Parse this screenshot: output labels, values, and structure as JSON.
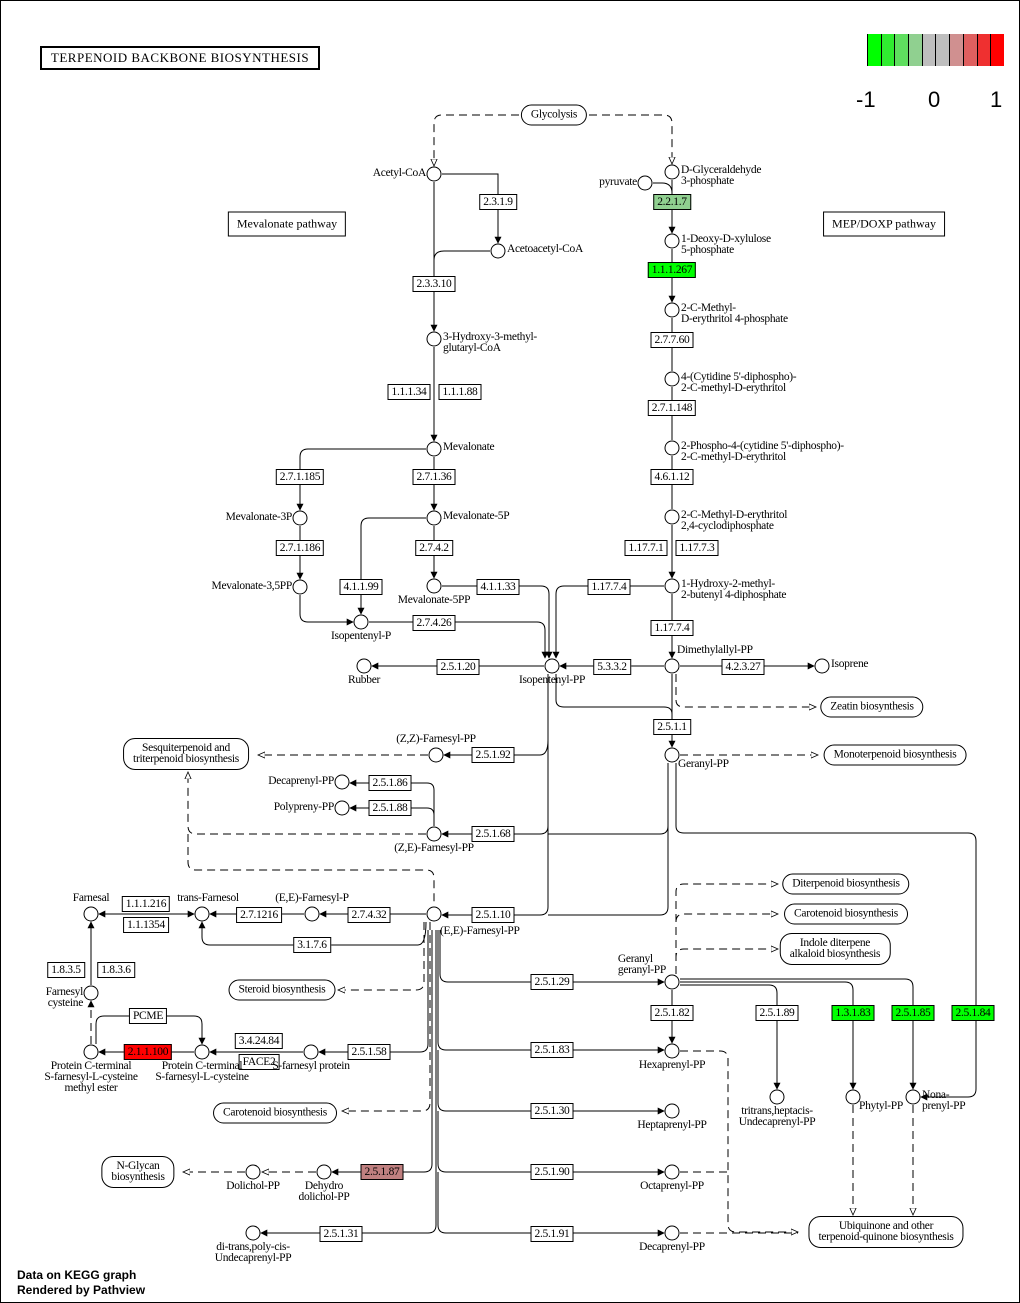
{
  "title": "TERPENOID  BACKBONE  BIOSYNTHESIS",
  "legend": {
    "ticks": [
      "-1",
      "0",
      "1"
    ],
    "colors": [
      "#00ff00",
      "#30ec30",
      "#5fdf5f",
      "#90d090",
      "#bebebe",
      "#bebebe",
      "#d09090",
      "#df5f5f",
      "#ef3030",
      "#ff0000"
    ]
  },
  "section_labels": [
    "Mevalonate pathway",
    "MEP/DOXP pathway"
  ],
  "enzymes": [
    {
      "label": "2.3.1.9",
      "color": "#ffffff"
    },
    {
      "label": "2.2.1.7",
      "color": "#90d090"
    },
    {
      "label": "2.3.3.10",
      "color": "#ffffff"
    },
    {
      "label": "1.1.1.267",
      "color": "#00ff00"
    },
    {
      "label": "1.1.1.34",
      "color": "#ffffff"
    },
    {
      "label": "1.1.1.88",
      "color": "#ffffff"
    },
    {
      "label": "2.7.7.60",
      "color": "#ffffff"
    },
    {
      "label": "2.7.1.148",
      "color": "#ffffff"
    },
    {
      "label": "2.7.1.185",
      "color": "#ffffff"
    },
    {
      "label": "2.7.1.36",
      "color": "#ffffff"
    },
    {
      "label": "4.6.1.12",
      "color": "#ffffff"
    },
    {
      "label": "2.7.1.186",
      "color": "#ffffff"
    },
    {
      "label": "2.7.4.2",
      "color": "#ffffff"
    },
    {
      "label": "1.17.7.1",
      "color": "#ffffff"
    },
    {
      "label": "1.17.7.3",
      "color": "#ffffff"
    },
    {
      "label": "4.1.1.99",
      "color": "#ffffff"
    },
    {
      "label": "4.1.1.33",
      "color": "#ffffff"
    },
    {
      "label": "1.17.7.4",
      "color": "#ffffff"
    },
    {
      "label": "2.7.4.26",
      "color": "#ffffff"
    },
    {
      "label": "1.17.7.4",
      "color": "#ffffff"
    },
    {
      "label": "2.5.1.20",
      "color": "#ffffff"
    },
    {
      "label": "5.3.3.2",
      "color": "#ffffff"
    },
    {
      "label": "4.2.3.27",
      "color": "#ffffff"
    },
    {
      "label": "2.5.1.1",
      "color": "#ffffff"
    },
    {
      "label": "2.5.1.92",
      "color": "#ffffff"
    },
    {
      "label": "2.5.1.86",
      "color": "#ffffff"
    },
    {
      "label": "2.5.1.88",
      "color": "#ffffff"
    },
    {
      "label": "2.5.1.68",
      "color": "#ffffff"
    },
    {
      "label": "1.1.1.216",
      "color": "#ffffff"
    },
    {
      "label": "1.1.1354",
      "color": "#ffffff"
    },
    {
      "label": "2.7.1216",
      "color": "#ffffff"
    },
    {
      "label": "2.7.4.32",
      "color": "#ffffff"
    },
    {
      "label": "2.5.1.10",
      "color": "#ffffff"
    },
    {
      "label": "3.1.7.6",
      "color": "#ffffff"
    },
    {
      "label": "1.8.3.5",
      "color": "#ffffff"
    },
    {
      "label": "1.8.3.6",
      "color": "#ffffff"
    },
    {
      "label": "2.5.1.29",
      "color": "#ffffff"
    },
    {
      "label": "2.5.1.82",
      "color": "#ffffff"
    },
    {
      "label": "2.5.1.89",
      "color": "#ffffff"
    },
    {
      "label": "1.3.1.83",
      "color": "#00ff00"
    },
    {
      "label": "2.5.1.85",
      "color": "#00ff00"
    },
    {
      "label": "2.5.1.84",
      "color": "#00ff00"
    },
    {
      "label": "PCME",
      "color": "#ffffff"
    },
    {
      "label": "3.4.24.84",
      "color": "#ffffff"
    },
    {
      "label": "FACE2",
      "color": "#ffffff"
    },
    {
      "label": "2.1.1.100",
      "color": "#ff0000"
    },
    {
      "label": "2.5.1.58",
      "color": "#ffffff"
    },
    {
      "label": "2.5.1.83",
      "color": "#ffffff"
    },
    {
      "label": "2.5.1.30",
      "color": "#ffffff"
    },
    {
      "label": "2.5.1.87",
      "color": "#c08080"
    },
    {
      "label": "2.5.1.90",
      "color": "#ffffff"
    },
    {
      "label": "2.5.1.31",
      "color": "#ffffff"
    },
    {
      "label": "2.5.1.91",
      "color": "#ffffff"
    }
  ],
  "compounds": [
    "Acetyl-CoA",
    "D-Glyceraldehyde\n3-phosphate",
    "pyruvate",
    "Acetoacetyl-CoA",
    "1-Deoxy-D-xylulose\n5-phosphate",
    "2-C-Methyl-\nD-erythritol 4-phosphate",
    "3-Hydroxy-3-methyl-\nglutaryl-CoA",
    "4-(Cytidine 5'-diphospho)-\n2-C-methyl-D-erythritol",
    "Mevalonate",
    "2-Phospho-4-(cytidine 5'-diphospho)-\n2-C-methyl-D-erythritol",
    "Mevalonate-3P",
    "Mevalonate-5P",
    "2-C-Methyl-D-erythritol\n2,4-cyclodiphosphate",
    "Mevalonate-3,5PP",
    "Mevalonate-5PP",
    "1-Hydroxy-2-methyl-\n2-butenyl 4-diphosphate",
    "Isopentenyl-P",
    "Rubber",
    "Isopentenyl-PP",
    "Dimethylallyl-PP",
    "Isoprene",
    "(Z,Z)-Farnesyl-PP",
    "Geranyl-PP",
    "Decaprenyl-PP",
    "Polypreny-PP",
    "(Z,E)-Farnesyl-PP",
    "Farnesal",
    "trans-Farnesol",
    "(E,E)-Farnesyl-P",
    "(E,E)-Farnesyl-PP",
    "Farnesyl\ncysteine",
    "Geranyl\ngeranyl-PP",
    "Protein C-terminal\nS-farnesyl-L-cysteine\nmethyl ester",
    "Protein C-terminal\nS-farnesyl-L-cysteine",
    "S-farnesyl protein",
    "Hexaprenyl-PP",
    "tritrans,heptacis-\nUndecaprenyl-PP",
    "Phytyl-PP",
    "Nona-\nprenyl-PP",
    "Heptaprenyl-PP",
    "Dolichol-PP",
    "Dehydro\ndolichol-PP",
    "Octaprenyl-PP",
    "di-trans,poly-cis-\nUndecaprenyl-PP",
    "Decaprenyl-PP"
  ],
  "pathways": [
    "Glycolysis",
    "Zeatin biosynthesis",
    "Sesquiterpenoid and\ntriterpenoid biosynthesis",
    "Monoterpenoid biosynthesis",
    "Diterpenoid biosynthesis",
    "Carotenoid biosynthesis",
    "Indole diterpene\nalkaloid biosynthesis",
    "Steroid biosynthesis",
    "Carotenoid biosynthesis",
    "N-Glycan\nbiosynthesis",
    "Ubiquinone and other\nterpenoid-quinone biosynthesis"
  ],
  "footer": [
    "Data on KEGG graph",
    "Rendered by Pathview"
  ]
}
